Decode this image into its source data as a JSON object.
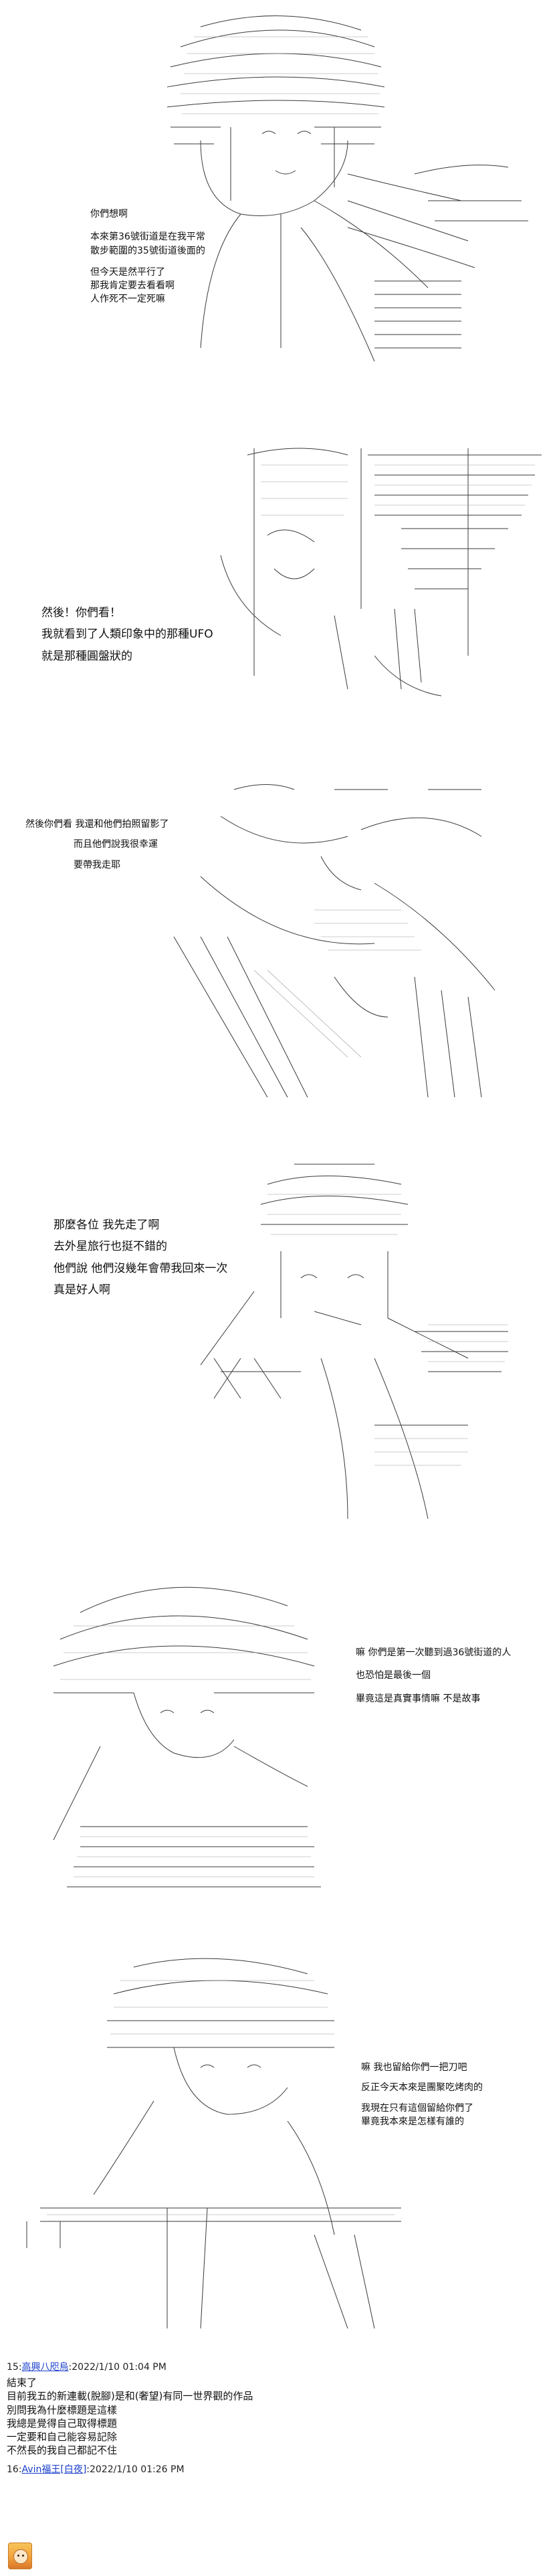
{
  "panels": [
    {
      "id": "panel-1",
      "caption_lines": [
        "你們想啊",
        "本來第36號街道是在我平常",
        "散步範圍的35號街道後面的",
        "",
        "但今天是然平行了",
        "那我肯定要去看看啊",
        "人作死不一定死嘛"
      ]
    },
    {
      "id": "panel-2",
      "caption_lines": [
        "然後！你們看！",
        "我就看到了人類印象中的那種UFO",
        "就是那種圓盤狀的"
      ]
    },
    {
      "id": "panel-3",
      "caption_lines": [
        "然後你們看 我還和他們拍照留影了",
        "而且他們說我很幸運",
        "要帶我走耶"
      ]
    },
    {
      "id": "panel-4",
      "caption_lines": [
        "那麼各位 我先走了啊",
        "去外星旅行也挺不錯的",
        "他們說 他們沒幾年會帶我回來一次",
        "真是好人啊"
      ]
    },
    {
      "id": "panel-5",
      "caption_lines": [
        "嘛 你們是第一次聽到過36號街道的人",
        "也恐怕是最後一個",
        "畢竟這是真實事情嘛 不是故事"
      ]
    },
    {
      "id": "panel-6",
      "caption_lines": [
        "嘛 我也留給你們一把刀吧",
        "反正今天本來是團聚吃烤肉的",
        "",
        "我現在只有這個留給你們了",
        "畢竟我本來是怎樣有誰的"
      ]
    }
  ],
  "posts": [
    {
      "number": "15",
      "name": "高興八咫烏",
      "date": "2022/1/10 01:04 PM",
      "body_lines": [
        "結束了",
        "目前我五的新連載(脫腳)是和(奢望)有同一世界觀的作品",
        "別問我為什麼標題是這樣",
        "我總是覺得自己取得標題",
        "一定要和自己能容易記除",
        "不然長的我自己都記不住"
      ]
    },
    {
      "number": "16",
      "name": "Avin福王[白夜]",
      "date": "2022/1/10 01:26 PM",
      "body_lines": []
    }
  ],
  "colors": {
    "background": "#ffffff",
    "text": "#111111",
    "link": "#1a3fcc",
    "art_stroke": "#3a3a3a"
  },
  "icons": {
    "avatar": "user-avatar-icon"
  }
}
